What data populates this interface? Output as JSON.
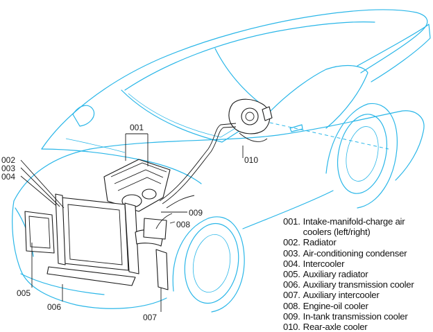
{
  "callouts": {
    "c001": "001",
    "c002": "002",
    "c003": "003",
    "c004": "004",
    "c005": "005",
    "c006": "006",
    "c007": "007",
    "c008": "008",
    "c009": "009",
    "c010": "010"
  },
  "legend": [
    {
      "num": "001.",
      "text": "Intake-manifold-charge air coolers (left/right)"
    },
    {
      "num": "002.",
      "text": "Radiator"
    },
    {
      "num": "003.",
      "text": "Air-conditioning condenser"
    },
    {
      "num": "004.",
      "text": "Intercooler"
    },
    {
      "num": "005.",
      "text": "Auxiliary radiator"
    },
    {
      "num": "006.",
      "text": "Auxiliary transmission cooler"
    },
    {
      "num": "007.",
      "text": "Auxiliary intercooler"
    },
    {
      "num": "008.",
      "text": "Engine-oil cooler"
    },
    {
      "num": "009.",
      "text": "In-tank transmission cooler"
    },
    {
      "num": "010.",
      "text": "Rear-axle cooler"
    }
  ],
  "colors": {
    "car_outline": "#29b6e8",
    "component_outline": "#1a1a1a",
    "background": "#ffffff"
  }
}
